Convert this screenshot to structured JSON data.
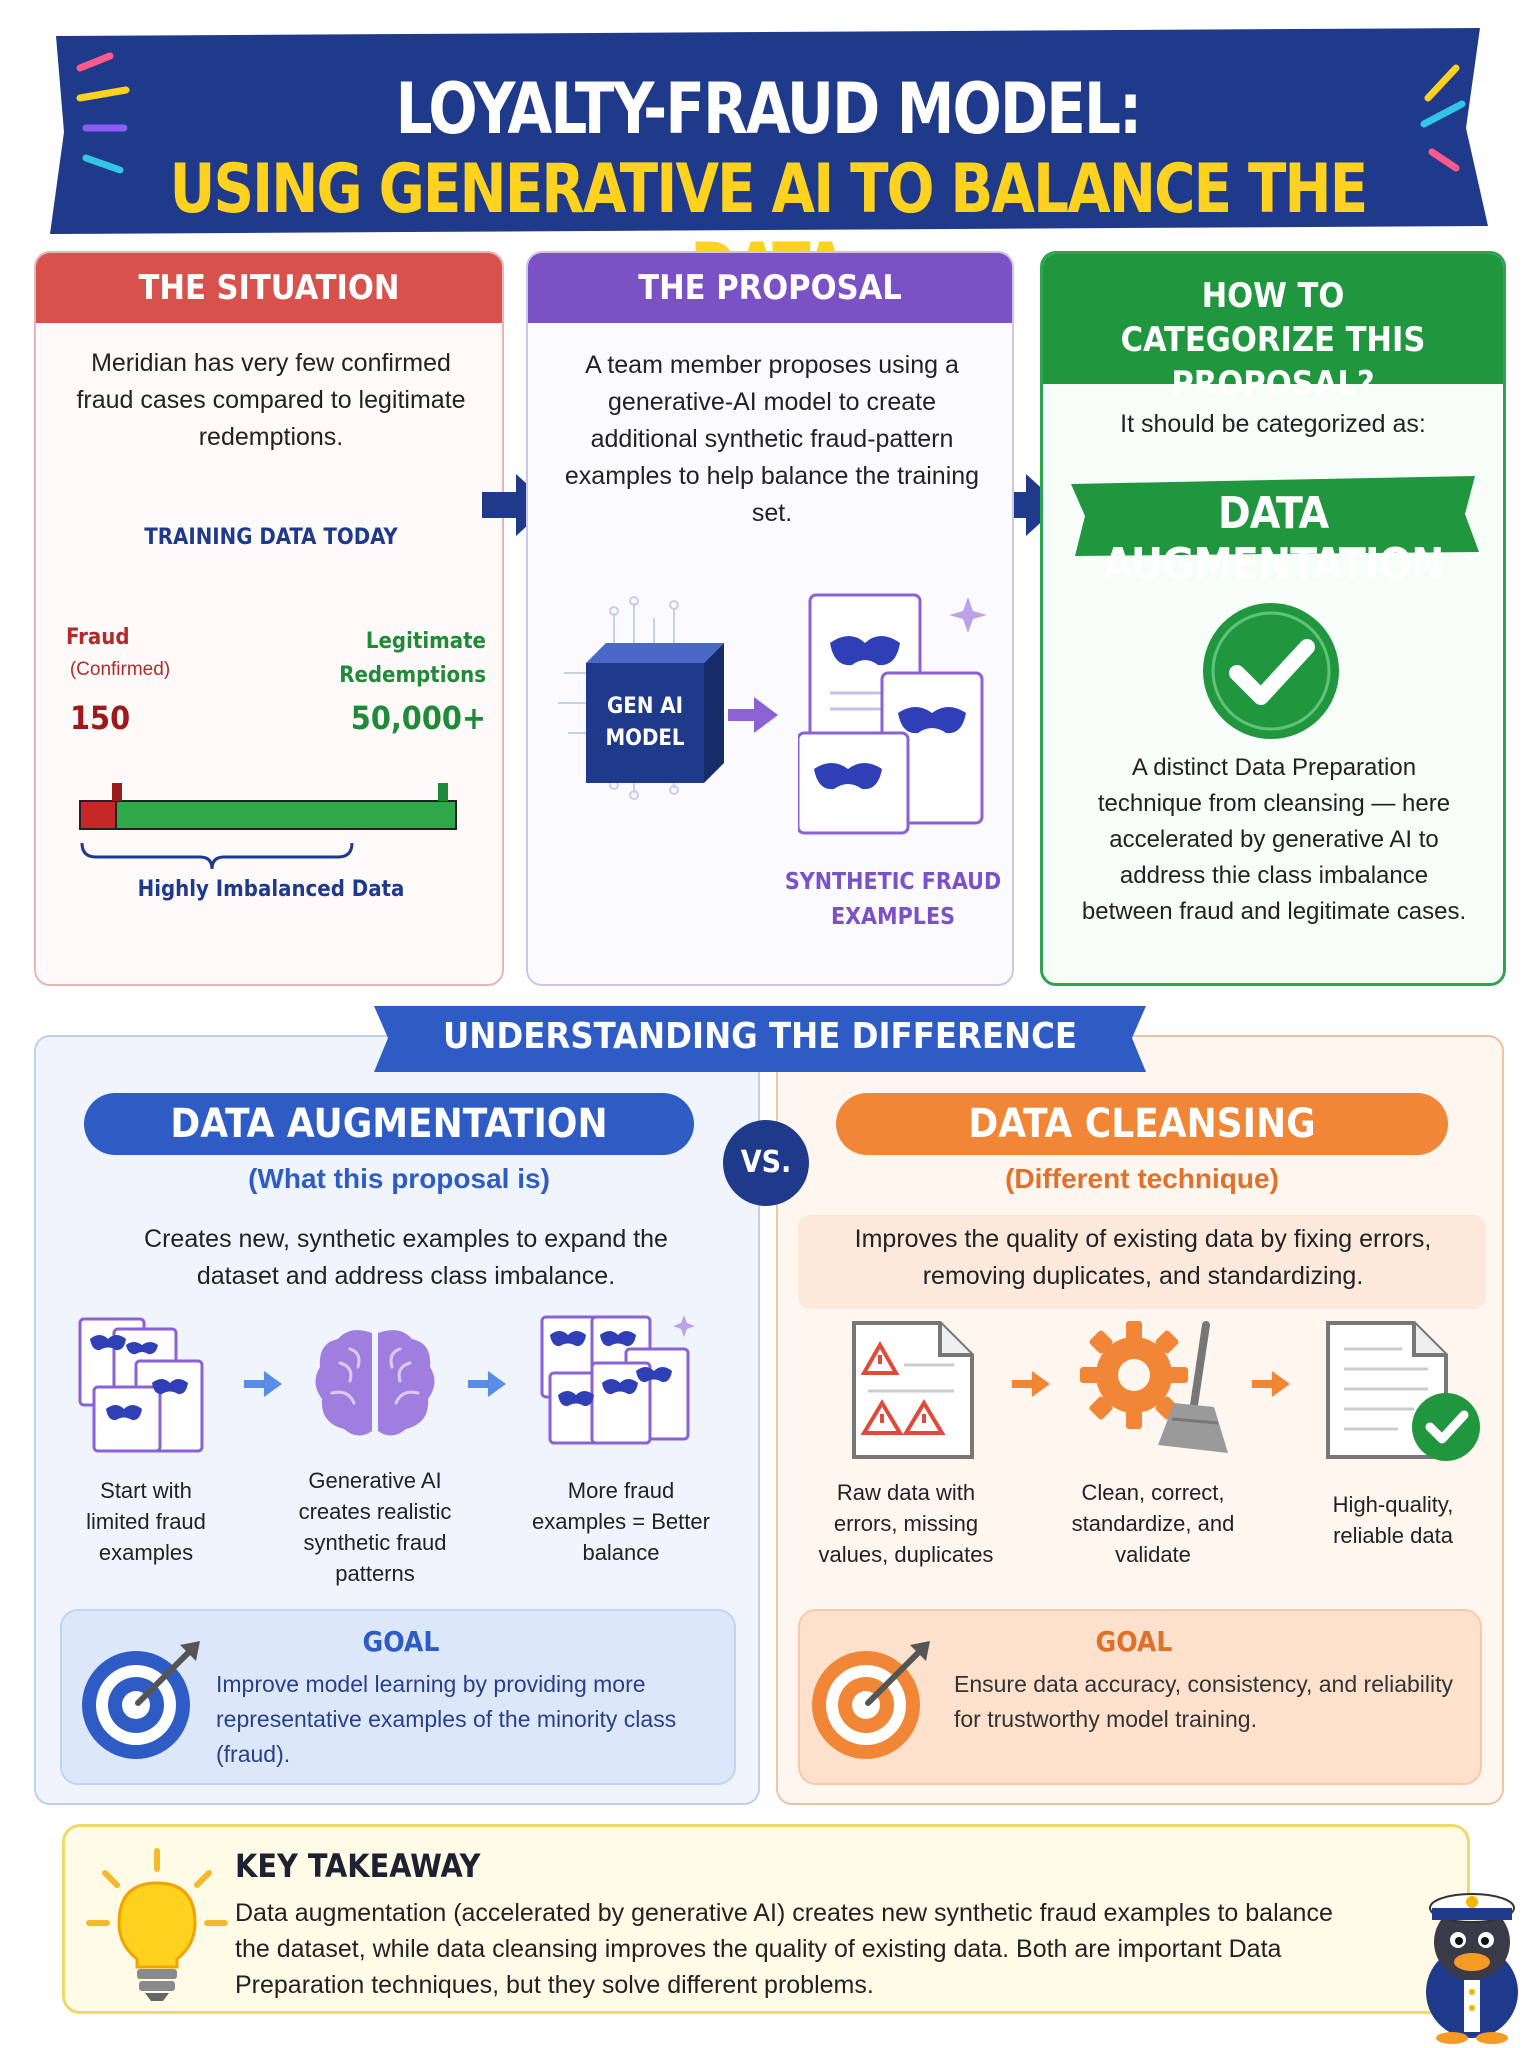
{
  "banner": {
    "title_line1": "LOYALTY-FRAUD MODEL:",
    "title_line2": "USING GENERATIVE AI TO BALANCE THE DATA"
  },
  "situation": {
    "header": "THE SITUATION",
    "text": "Meridian has very few confirmed fraud cases compared to legitimate redemptions.",
    "chart_title": "TRAINING DATA TODAY",
    "fraud_label": "Fraud",
    "fraud_sublabel": "(Confirmed)",
    "fraud_value": "150",
    "legit_label": "Legitimate Redemptions",
    "legit_value": "50,000+",
    "imbalance_label": "Highly Imbalanced Data"
  },
  "chart_data": {
    "type": "bar",
    "categories": [
      "Fraud (Confirmed)",
      "Legitimate Redemptions"
    ],
    "values": [
      150,
      50000
    ],
    "title": "TRAINING DATA TODAY"
  },
  "proposal": {
    "header": "THE PROPOSAL",
    "text": "A team member proposes using a generative-AI model to create additional synthetic fraud-pattern examples to help balance the training set.",
    "model_label": "GEN AI MODEL",
    "examples_label": "SYNTHETIC FRAUD EXAMPLES"
  },
  "categorize": {
    "header": "HOW TO CATEGORIZE THIS PROPOSAL?",
    "intro": "It should be categorized as:",
    "answer": "DATA AUGMENTATION",
    "text": "A distinct Data Preparation technique from cleansing — here accelerated by generative AI to address thie class imbalance between fraud and legitimate cases."
  },
  "difference": {
    "title": "UNDERSTANDING THE DIFFERENCE",
    "vs": "VS.",
    "augmentation": {
      "title": "DATA AUGMENTATION",
      "subtitle": "(What this proposal is)",
      "description": "Creates new, synthetic examples to expand the dataset and address class imbalance.",
      "steps": [
        "Start with limited fraud examples",
        "Generative AI creates realistic synthetic fraud patterns",
        "More fraud examples = Better balance"
      ],
      "goal_title": "GOAL",
      "goal_text": "Improve model learning by providing more representative examples of the minority class (fraud).",
      "color": "#2f5cc4"
    },
    "cleansing": {
      "title": "DATA CLEANSING",
      "subtitle": "(Different technique)",
      "description": "Improves the quality of existing data by fixing errors, removing duplicates, and standardizing.",
      "steps": [
        "Raw data with errors, missing values, duplicates",
        "Clean, correct, standardize, and validate",
        "High-quality, reliable data"
      ],
      "goal_title": "GOAL",
      "goal_text": "Ensure data accuracy, consistency, and reliability for trustworthy model training.",
      "color": "#f08636"
    }
  },
  "takeaway": {
    "title": "KEY TAKEAWAY",
    "text": "Data augmentation (accelerated by generative AI) creates new synthetic fraud examples to balance the dataset, while data cleansing improves the quality of existing data. Both are important Data Preparation techniques, but they solve different problems."
  },
  "colors": {
    "navy": "#1f3a8a",
    "red": "#d9514d",
    "purple": "#7b52c6",
    "green": "#20963e",
    "yellow": "#ffd21f"
  }
}
